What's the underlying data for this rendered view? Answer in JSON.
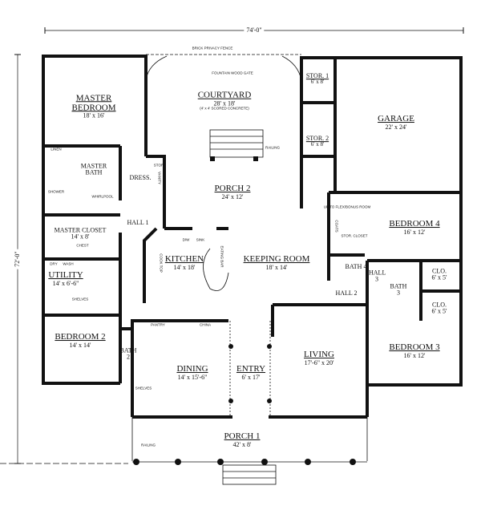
{
  "dimensions": {
    "width": "74'-0\"",
    "depth": "72'-0\""
  },
  "rooms": {
    "master_bedroom": {
      "name": "MASTER BEDROOM",
      "size": "18' x 16'"
    },
    "courtyard": {
      "name": "COURTYARD",
      "size": "28' x 18'",
      "note": "(4' x 4' SCORED CONCRETE)"
    },
    "stor1": {
      "name": "STOR. 1",
      "size": "6' x 8'"
    },
    "stor2": {
      "name": "STOR. 2",
      "size": "6' x 8'"
    },
    "garage": {
      "name": "GARAGE",
      "size": "22' x 24'"
    },
    "master_bath": {
      "name": "MASTER BATH"
    },
    "dress": {
      "name": "DRESS."
    },
    "porch2": {
      "name": "PORCH 2",
      "size": "24' x 12'"
    },
    "hall1": {
      "name": "HALL 1"
    },
    "master_closet": {
      "name": "MASTER CLOSET",
      "size": "14' x 8'"
    },
    "utility": {
      "name": "UTILITY",
      "size": "14' x 6'-6\""
    },
    "kitchen": {
      "name": "KITCHEN",
      "size": "14' x 18'"
    },
    "keeping_room": {
      "name": "KEEPING ROOM",
      "size": "18' x 14'"
    },
    "bedroom4": {
      "name": "BEDROOM 4",
      "size": "16' x 12'"
    },
    "bath4": {
      "name": "BATH 4"
    },
    "hall3": {
      "name": "HALL 3"
    },
    "bath3": {
      "name": "BATH 3"
    },
    "clo1": {
      "name": "CLO.",
      "size": "6' x 5'"
    },
    "clo2": {
      "name": "CLO.",
      "size": "6' x 5'"
    },
    "hall2": {
      "name": "HALL 2"
    },
    "bedroom2": {
      "name": "BEDROOM 2",
      "size": "14' x 14'"
    },
    "bath2": {
      "name": "BATH 2"
    },
    "dining": {
      "name": "DINING",
      "size": "14' x 15'-6\""
    },
    "entry": {
      "name": "ENTRY",
      "size": "6' x 17'"
    },
    "living": {
      "name": "LIVING",
      "size": "17'-6\" x 20'"
    },
    "bedroom3": {
      "name": "BEDROOM 3",
      "size": "16' x 12'"
    },
    "porch1": {
      "name": "PORCH 1",
      "size": "42' x 8'"
    }
  },
  "notes": {
    "fence": "BRICK PRIVACY FENCE",
    "gate": "FOUNTAIN WOOD GATE",
    "railing": "RAILING",
    "railing2": "RAILING",
    "linen": "LINEN",
    "shower": "SHOWER",
    "whirlpool": "WHIRLPOOL",
    "chest": "CHEST",
    "dry": "DRY",
    "wash": "WASH",
    "shelves": "SHELVES",
    "shelves2": "SHELVES",
    "pantry": "PANTRY",
    "china": "CHINA",
    "stor": "STOR",
    "vanity": "VANITY",
    "flex": "UP TO FLEX/BONUS ROOM",
    "stor_closet": "STOR. CLOSET",
    "coats": "COATS",
    "eating_bar": "EATING BAR",
    "dw": "D/W",
    "sink": "SINK",
    "cooktop": "COOK TOP"
  }
}
